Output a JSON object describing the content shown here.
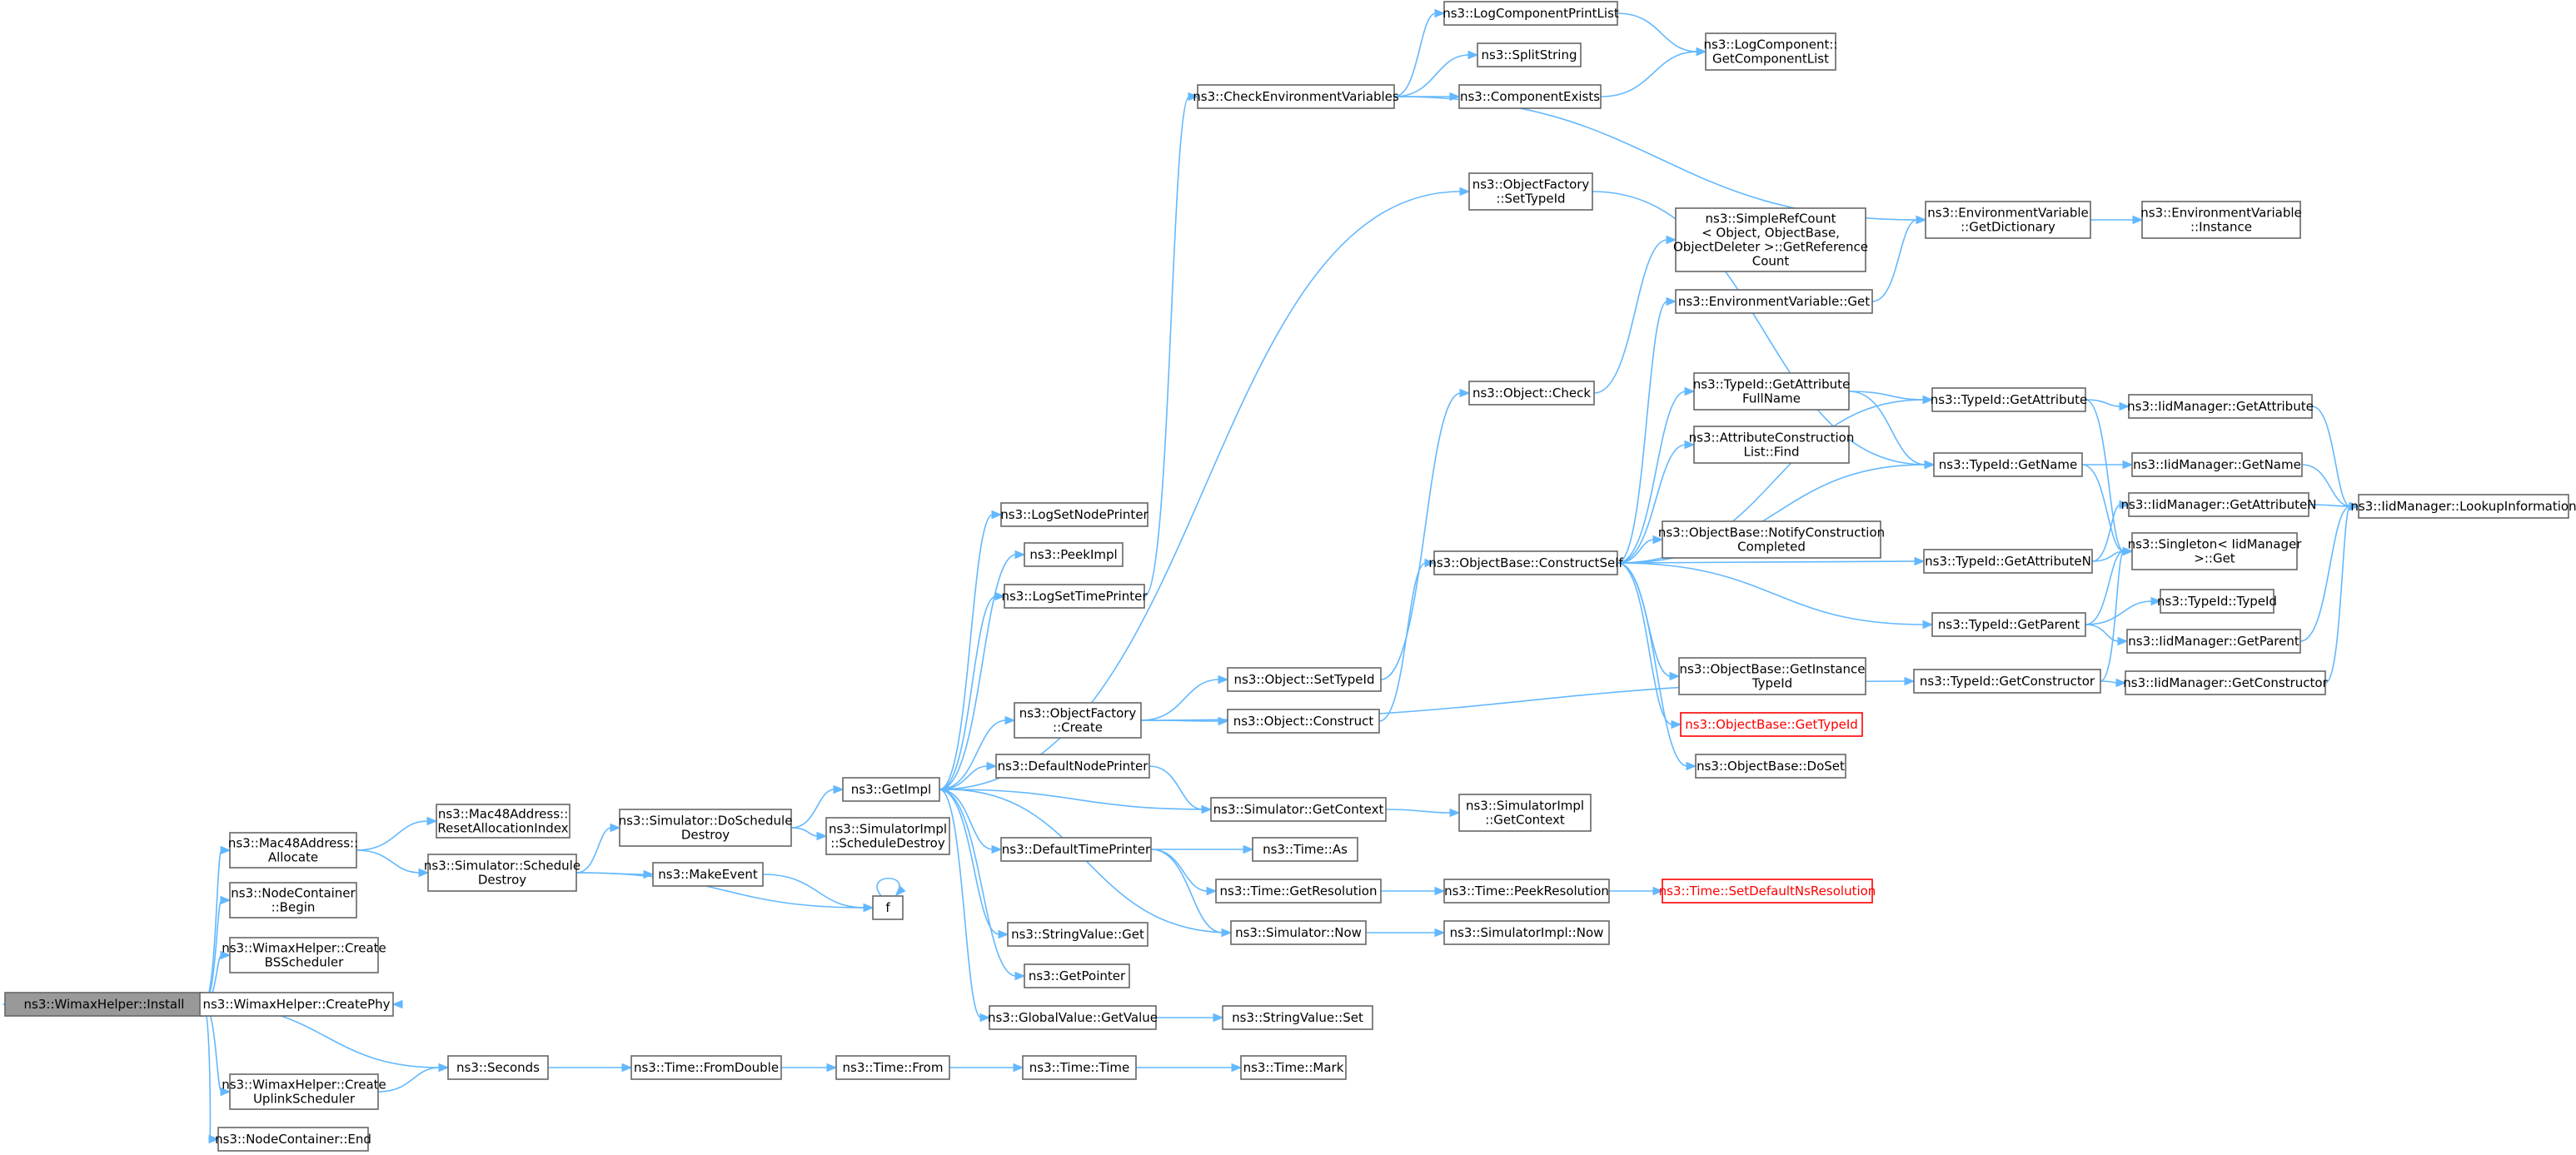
{
  "colors": {
    "edge": "#63b8ff",
    "node_border": "#666666",
    "root_fill": "#999999",
    "highlight": "#ff0000"
  },
  "nodes": [
    {
      "id": "install",
      "lines": [
        "ns3::WimaxHelper::Install"
      ],
      "root": true
    },
    {
      "id": "mac_alloc",
      "lines": [
        "ns3::Mac48Address::",
        "Allocate"
      ]
    },
    {
      "id": "nc_begin",
      "lines": [
        "ns3::NodeContainer",
        "::Begin"
      ]
    },
    {
      "id": "create_bs",
      "lines": [
        "ns3::WimaxHelper::Create",
        "BSScheduler"
      ]
    },
    {
      "id": "create_phy",
      "lines": [
        "ns3::WimaxHelper::CreatePhy"
      ]
    },
    {
      "id": "create_ul",
      "lines": [
        "ns3::WimaxHelper::Create",
        "UplinkScheduler"
      ]
    },
    {
      "id": "nc_end",
      "lines": [
        "ns3::NodeContainer::End"
      ]
    },
    {
      "id": "reset_alloc",
      "lines": [
        "ns3::Mac48Address::",
        "ResetAllocationIndex"
      ]
    },
    {
      "id": "sched_destroy",
      "lines": [
        "ns3::Simulator::Schedule",
        "Destroy"
      ]
    },
    {
      "id": "seconds",
      "lines": [
        "ns3::Seconds"
      ]
    },
    {
      "id": "do_sched_destroy",
      "lines": [
        "ns3::Simulator::DoSchedule",
        "Destroy"
      ]
    },
    {
      "id": "make_event",
      "lines": [
        "ns3::MakeEvent"
      ]
    },
    {
      "id": "from_double",
      "lines": [
        "ns3::Time::FromDouble"
      ]
    },
    {
      "id": "get_impl",
      "lines": [
        "ns3::GetImpl"
      ]
    },
    {
      "id": "simimpl_sched_destroy",
      "lines": [
        "ns3::SimulatorImpl",
        "::ScheduleDestroy"
      ]
    },
    {
      "id": "f",
      "lines": [
        "f"
      ]
    },
    {
      "id": "time_from",
      "lines": [
        "ns3::Time::From"
      ]
    },
    {
      "id": "log_set_node",
      "lines": [
        "ns3::LogSetNodePrinter"
      ]
    },
    {
      "id": "peek_impl",
      "lines": [
        "ns3::PeekImpl"
      ]
    },
    {
      "id": "log_set_time",
      "lines": [
        "ns3::LogSetTimePrinter"
      ]
    },
    {
      "id": "of_create",
      "lines": [
        "ns3::ObjectFactory",
        "::Create"
      ]
    },
    {
      "id": "default_node",
      "lines": [
        "ns3::DefaultNodePrinter"
      ]
    },
    {
      "id": "default_time",
      "lines": [
        "ns3::DefaultTimePrinter"
      ]
    },
    {
      "id": "stringvalue_get",
      "lines": [
        "ns3::StringValue::Get"
      ]
    },
    {
      "id": "get_pointer",
      "lines": [
        "ns3::GetPointer"
      ]
    },
    {
      "id": "gv_getvalue",
      "lines": [
        "ns3::GlobalValue::GetValue"
      ]
    },
    {
      "id": "time_time",
      "lines": [
        "ns3::Time::Time"
      ]
    },
    {
      "id": "check_env",
      "lines": [
        "ns3::CheckEnvironmentVariables"
      ]
    },
    {
      "id": "of_settypeid",
      "lines": [
        "ns3::ObjectFactory",
        "::SetTypeId"
      ]
    },
    {
      "id": "obj_settypeid",
      "lines": [
        "ns3::Object::SetTypeId"
      ]
    },
    {
      "id": "obj_construct",
      "lines": [
        "ns3::Object::Construct"
      ]
    },
    {
      "id": "sim_getcontext",
      "lines": [
        "ns3::Simulator::GetContext"
      ]
    },
    {
      "id": "time_as",
      "lines": [
        "ns3::Time::As"
      ]
    },
    {
      "id": "time_getres",
      "lines": [
        "ns3::Time::GetResolution"
      ]
    },
    {
      "id": "sim_now",
      "lines": [
        "ns3::Simulator::Now"
      ]
    },
    {
      "id": "stringvalue_set",
      "lines": [
        "ns3::StringValue::Set"
      ]
    },
    {
      "id": "time_mark",
      "lines": [
        "ns3::Time::Mark"
      ]
    },
    {
      "id": "log_comp_print",
      "lines": [
        "ns3::LogComponentPrintList"
      ]
    },
    {
      "id": "split_string",
      "lines": [
        "ns3::SplitString"
      ]
    },
    {
      "id": "comp_exists",
      "lines": [
        "ns3::ComponentExists"
      ]
    },
    {
      "id": "obj_check",
      "lines": [
        "ns3::Object::Check"
      ]
    },
    {
      "id": "ob_constructself",
      "lines": [
        "ns3::ObjectBase::ConstructSelf"
      ]
    },
    {
      "id": "simimpl_getcontext",
      "lines": [
        "ns3::SimulatorImpl",
        "::GetContext"
      ]
    },
    {
      "id": "time_peekres",
      "lines": [
        "ns3::Time::PeekResolution"
      ]
    },
    {
      "id": "simimpl_now",
      "lines": [
        "ns3::SimulatorImpl::Now"
      ]
    },
    {
      "id": "logcomp_getlist",
      "lines": [
        "ns3::LogComponent::",
        "GetComponentList"
      ]
    },
    {
      "id": "simplerefcount",
      "lines": [
        "ns3::SimpleRefCount",
        "< Object, ObjectBase,",
        "ObjectDeleter >::GetReference",
        "Count"
      ]
    },
    {
      "id": "envvar_get",
      "lines": [
        "ns3::EnvironmentVariable::Get"
      ]
    },
    {
      "id": "typeid_getattrfullname",
      "lines": [
        "ns3::TypeId::GetAttribute",
        "FullName"
      ]
    },
    {
      "id": "attrconstr_find",
      "lines": [
        "ns3::AttributeConstruction",
        "List::Find"
      ]
    },
    {
      "id": "ob_notify",
      "lines": [
        "ns3::ObjectBase::NotifyConstruction",
        "Completed"
      ]
    },
    {
      "id": "ob_getinstance",
      "lines": [
        "ns3::ObjectBase::GetInstance",
        "TypeId"
      ]
    },
    {
      "id": "ob_gettypeid",
      "lines": [
        "ns3::ObjectBase::GetTypeId"
      ],
      "red": true
    },
    {
      "id": "ob_doset",
      "lines": [
        "ns3::ObjectBase::DoSet"
      ]
    },
    {
      "id": "time_setdefault",
      "lines": [
        "ns3::Time::SetDefaultNsResolution"
      ],
      "red": true
    },
    {
      "id": "envvar_getdict",
      "lines": [
        "ns3::EnvironmentVariable",
        "::GetDictionary"
      ]
    },
    {
      "id": "typeid_getattr",
      "lines": [
        "ns3::TypeId::GetAttribute"
      ]
    },
    {
      "id": "typeid_getname",
      "lines": [
        "ns3::TypeId::GetName"
      ]
    },
    {
      "id": "typeid_getattrn",
      "lines": [
        "ns3::TypeId::GetAttributeN"
      ]
    },
    {
      "id": "typeid_getparent",
      "lines": [
        "ns3::TypeId::GetParent"
      ]
    },
    {
      "id": "typeid_getconstructor",
      "lines": [
        "ns3::TypeId::GetConstructor"
      ]
    },
    {
      "id": "envvar_instance",
      "lines": [
        "ns3::EnvironmentVariable",
        "::Instance"
      ]
    },
    {
      "id": "iid_getattr",
      "lines": [
        "ns3::IidManager::GetAttribute"
      ]
    },
    {
      "id": "iid_getname",
      "lines": [
        "ns3::IidManager::GetName"
      ]
    },
    {
      "id": "iid_getattrn",
      "lines": [
        "ns3::IidManager::GetAttributeN"
      ]
    },
    {
      "id": "singleton_get",
      "lines": [
        "ns3::Singleton< IidManager",
        ">::Get"
      ]
    },
    {
      "id": "typeid_typeid",
      "lines": [
        "ns3::TypeId::TypeId"
      ]
    },
    {
      "id": "iid_getparent",
      "lines": [
        "ns3::IidManager::GetParent"
      ]
    },
    {
      "id": "iid_getconstructor",
      "lines": [
        "ns3::IidManager::GetConstructor"
      ]
    },
    {
      "id": "iid_lookup",
      "lines": [
        "ns3::IidManager::LookupInformation"
      ]
    }
  ],
  "edges": [
    [
      "install",
      "mac_alloc"
    ],
    [
      "install",
      "nc_begin"
    ],
    [
      "install",
      "create_bs"
    ],
    [
      "install",
      "create_phy"
    ],
    [
      "install",
      "create_ul"
    ],
    [
      "install",
      "nc_end"
    ],
    [
      "install",
      "seconds"
    ],
    [
      "mac_alloc",
      "reset_alloc"
    ],
    [
      "mac_alloc",
      "sched_destroy"
    ],
    [
      "sched_destroy",
      "do_sched_destroy"
    ],
    [
      "sched_destroy",
      "make_event"
    ],
    [
      "sched_destroy",
      "f"
    ],
    [
      "do_sched_destroy",
      "get_impl"
    ],
    [
      "do_sched_destroy",
      "simimpl_sched_destroy"
    ],
    [
      "make_event",
      "f"
    ],
    [
      "f",
      "f"
    ],
    [
      "create_ul",
      "seconds"
    ],
    [
      "seconds",
      "from_double"
    ],
    [
      "from_double",
      "time_from"
    ],
    [
      "time_from",
      "time_time"
    ],
    [
      "time_time",
      "time_mark"
    ],
    [
      "get_impl",
      "log_set_node"
    ],
    [
      "get_impl",
      "peek_impl"
    ],
    [
      "get_impl",
      "log_set_time"
    ],
    [
      "get_impl",
      "of_settypeid"
    ],
    [
      "get_impl",
      "of_create"
    ],
    [
      "get_impl",
      "default_node"
    ],
    [
      "get_impl",
      "default_time"
    ],
    [
      "get_impl",
      "stringvalue_get"
    ],
    [
      "get_impl",
      "get_pointer"
    ],
    [
      "get_impl",
      "gv_getvalue"
    ],
    [
      "log_set_time",
      "check_env"
    ],
    [
      "check_env",
      "log_comp_print"
    ],
    [
      "check_env",
      "split_string"
    ],
    [
      "check_env",
      "comp_exists"
    ],
    [
      "check_env",
      "envvar_getdict"
    ],
    [
      "log_comp_print",
      "logcomp_getlist"
    ],
    [
      "comp_exists",
      "logcomp_getlist"
    ],
    [
      "of_settypeid",
      "typeid_getname"
    ],
    [
      "of_create",
      "obj_settypeid"
    ],
    [
      "of_create",
      "obj_construct"
    ],
    [
      "of_create",
      "typeid_getconstructor"
    ],
    [
      "obj_settypeid",
      "obj_check"
    ],
    [
      "obj_construct",
      "ob_constructself"
    ],
    [
      "obj_check",
      "simplerefcount"
    ],
    [
      "default_node",
      "sim_getcontext"
    ],
    [
      "sim_getcontext",
      "get_impl"
    ],
    [
      "sim_getcontext",
      "simimpl_getcontext"
    ],
    [
      "default_time",
      "time_as"
    ],
    [
      "default_time",
      "time_getres"
    ],
    [
      "default_time",
      "sim_now"
    ],
    [
      "sim_now",
      "get_impl"
    ],
    [
      "sim_now",
      "simimpl_now"
    ],
    [
      "time_getres",
      "time_peekres"
    ],
    [
      "time_peekres",
      "time_setdefault"
    ],
    [
      "gv_getvalue",
      "stringvalue_set"
    ],
    [
      "ob_constructself",
      "envvar_get"
    ],
    [
      "ob_constructself",
      "typeid_getattr"
    ],
    [
      "ob_constructself",
      "typeid_getattrfullname"
    ],
    [
      "ob_constructself",
      "attrconstr_find"
    ],
    [
      "ob_constructself",
      "typeid_getname"
    ],
    [
      "ob_constructself",
      "ob_notify"
    ],
    [
      "ob_constructself",
      "typeid_getattrn"
    ],
    [
      "ob_constructself",
      "typeid_getparent"
    ],
    [
      "ob_constructself",
      "ob_getinstance"
    ],
    [
      "ob_constructself",
      "ob_gettypeid"
    ],
    [
      "ob_constructself",
      "ob_doset"
    ],
    [
      "envvar_get",
      "envvar_getdict"
    ],
    [
      "envvar_getdict",
      "envvar_instance"
    ],
    [
      "typeid_getattrfullname",
      "typeid_getattr"
    ],
    [
      "typeid_getattrfullname",
      "typeid_getname"
    ],
    [
      "typeid_getattr",
      "iid_getattr"
    ],
    [
      "typeid_getattr",
      "singleton_get"
    ],
    [
      "typeid_getname",
      "iid_getname"
    ],
    [
      "typeid_getname",
      "singleton_get"
    ],
    [
      "typeid_getattrn",
      "iid_getattrn"
    ],
    [
      "typeid_getattrn",
      "singleton_get"
    ],
    [
      "typeid_getparent",
      "typeid_typeid"
    ],
    [
      "typeid_getparent",
      "iid_getparent"
    ],
    [
      "typeid_getparent",
      "singleton_get"
    ],
    [
      "typeid_getconstructor",
      "iid_getconstructor"
    ],
    [
      "typeid_getconstructor",
      "singleton_get"
    ],
    [
      "iid_getattr",
      "iid_lookup"
    ],
    [
      "iid_getname",
      "iid_lookup"
    ],
    [
      "iid_getattrn",
      "iid_lookup"
    ],
    [
      "iid_getparent",
      "iid_lookup"
    ],
    [
      "iid_getconstructor",
      "iid_lookup"
    ]
  ]
}
